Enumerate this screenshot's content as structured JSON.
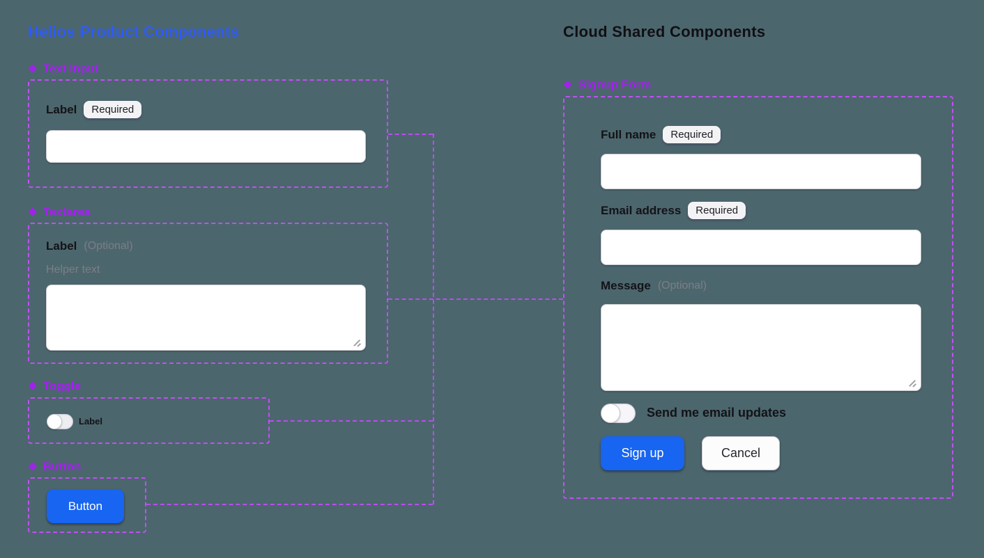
{
  "icons": {
    "component_icon": "❖"
  },
  "left_panel": {
    "title": "Helios Product Components",
    "text_input": {
      "tag": "Text Input",
      "label": "Label",
      "badge": "Required",
      "value": ""
    },
    "textarea": {
      "tag": "Textarea",
      "label": "Label",
      "optional": "(Optional)",
      "helper": "Helper text",
      "value": ""
    },
    "toggle": {
      "tag": "Toggle",
      "label": "Label",
      "state": "off"
    },
    "button": {
      "tag": "Button",
      "label": "Button"
    }
  },
  "right_panel": {
    "title": "Cloud Shared Components",
    "signup_form": {
      "tag": "Signup Form",
      "full_name": {
        "label": "Full name",
        "badge": "Required",
        "value": ""
      },
      "email": {
        "label": "Email address",
        "badge": "Required",
        "value": ""
      },
      "message": {
        "label": "Message",
        "optional": "(Optional)",
        "value": ""
      },
      "updates_toggle": {
        "label": "Send me email updates",
        "state": "off"
      },
      "submit_label": "Sign up",
      "cancel_label": "Cancel"
    }
  },
  "colors": {
    "background": "#4C666D",
    "left_title": "#2E5CF7",
    "right_title": "#101014",
    "component_tag": "#A520F2",
    "frame_border": "#C050F4",
    "connector": "#B94DF2",
    "primary_button": "#1765F0",
    "badge_bg": "#F3F3F5"
  }
}
